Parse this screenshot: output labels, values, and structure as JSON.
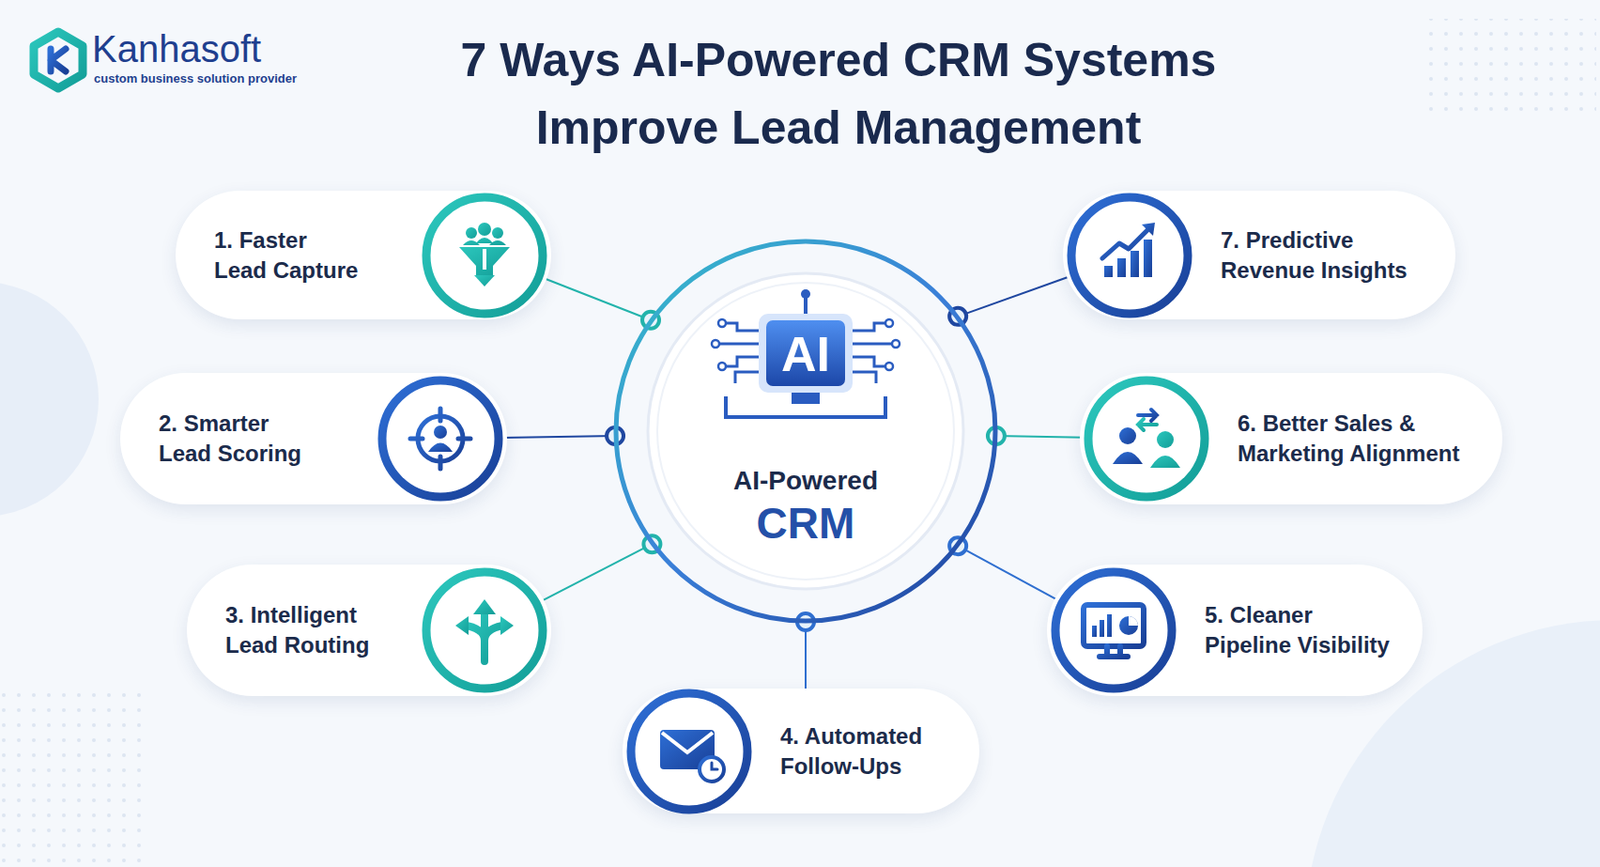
{
  "diagram": {
    "title": "7 Ways AI-Powered CRM Systems Improve Lead Management",
    "nodes": [
      {
        "text": [
          "AI-Powered",
          "CRM"
        ]
      },
      {
        "text": [
          "1. Faster Lead Capture"
        ]
      },
      {
        "text": [
          "2. Smarter Lead Scoring"
        ]
      },
      {
        "text": [
          "3. Intelligent Lead Routing"
        ]
      },
      {
        "text": [
          "4. Automated Follow-Ups"
        ]
      },
      {
        "text": [
          "5. Cleaner Pipeline Visibility"
        ]
      },
      {
        "text": [
          "6. Better Sales & Marketing Alignment"
        ]
      },
      {
        "text": [
          "7. Predictive Revenue Insights"
        ]
      }
    ],
    "edges": [
      {
        "from": 0,
        "to": 1,
        "arrow": "none"
      },
      {
        "from": 0,
        "to": 2,
        "arrow": "none"
      },
      {
        "from": 0,
        "to": 3,
        "arrow": "none"
      },
      {
        "from": 0,
        "to": 4,
        "arrow": "none"
      },
      {
        "from": 0,
        "to": 5,
        "arrow": "none"
      },
      {
        "from": 0,
        "to": 6,
        "arrow": "none"
      },
      {
        "from": 0,
        "to": 7,
        "arrow": "none"
      }
    ],
    "labels": [
      "Kanhasoft",
      "custom business solution provider",
      "AI"
    ]
  }
}
